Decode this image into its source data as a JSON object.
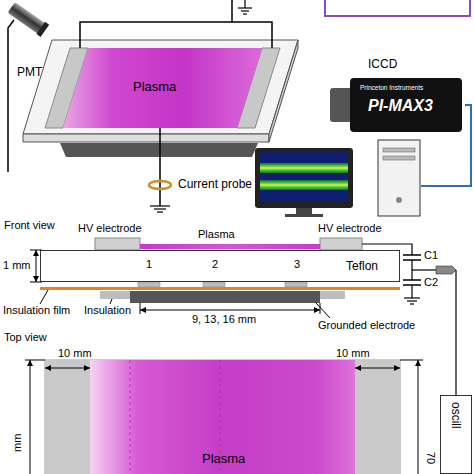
{
  "diagram": {
    "nodes": [
      {
        "text": [
          "PMT"
        ]
      },
      {
        "text": [
          "Plasma"
        ]
      },
      {
        "text": [
          "ICCD",
          "Princeton Instruments",
          "PI-MAX3"
        ]
      },
      {
        "text": [
          "Current probe"
        ]
      },
      {
        "text": [
          "Teflon"
        ]
      },
      {
        "text": [
          "Plasma"
        ]
      },
      {
        "text": [
          "oscill"
        ]
      }
    ],
    "edges": [
      {
        "from": 1,
        "to": 3,
        "arrow": "none"
      }
    ],
    "labels": [
      "Front view",
      "HV electrode",
      "HV electrode",
      "Plasma",
      "1 mm",
      "1",
      "2",
      "3",
      "C1",
      "C2",
      "Insulation film",
      "Insulation",
      "9, 13, 16 mm",
      "Grounded electrode",
      "Top view",
      "10 mm",
      "10 mm",
      "mm",
      "70"
    ]
  }
}
